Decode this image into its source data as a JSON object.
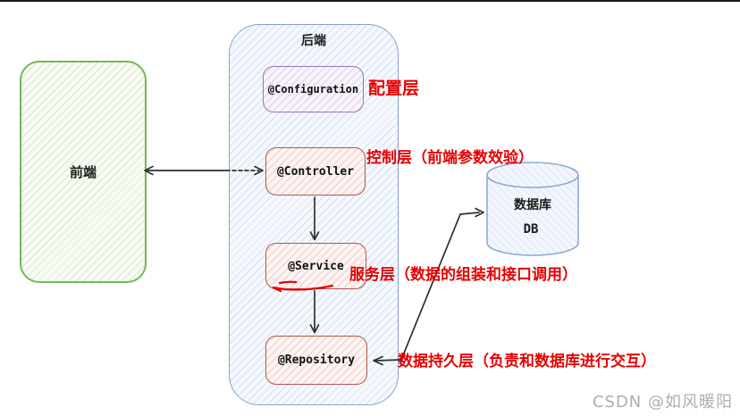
{
  "frontend": {
    "label": "前端"
  },
  "backend": {
    "label": "后端"
  },
  "layers": [
    {
      "code": "@Configuration",
      "annotation": "配置层"
    },
    {
      "code": "@Controller",
      "annotation": "控制层（前端参数效验）"
    },
    {
      "code": "@Service",
      "annotation": "服务层（数据的组装和接口调用）"
    },
    {
      "code": "@Repository",
      "annotation": "数据持久层（负责和数据库进行交互）"
    }
  ],
  "database": {
    "label": "数据库",
    "sublabel": "DB"
  },
  "watermark": "CSDN @如风暖阳",
  "colors": {
    "annotation_red": "#e60000",
    "backend_border": "#8aa0d0",
    "frontend_border": "#77b55a",
    "layer_border_red": "#b5544d",
    "config_border_purple": "#9a74b8",
    "db_border": "#8fa9d8",
    "arrow": "#2f2f2f",
    "watermark_gray": "#aeaeae"
  }
}
